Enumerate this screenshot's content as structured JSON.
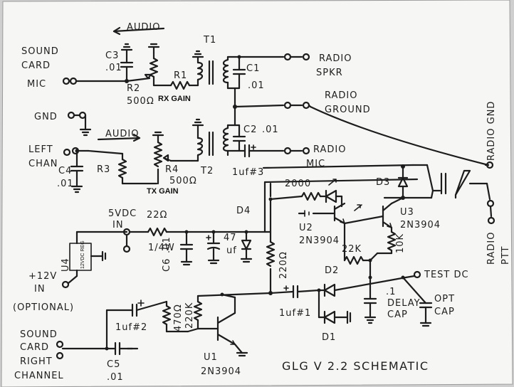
{
  "labels": {
    "audio_top": "AUDIO",
    "audio_mid": "AUDIO",
    "sound_card_1": "SOUND",
    "sound_card_2": "CARD",
    "mic": "MIC",
    "gnd": "GND",
    "left_chan_1": "LEFT",
    "left_chan_2": "CHAN",
    "radio_spkr_1": "RADIO",
    "radio_spkr_2": "SPKR",
    "radio_ground_1": "RADIO",
    "radio_ground_2": "GROUND",
    "radio_mic_1": "RADIO",
    "radio_mic_2": "MIC",
    "radio_gnd_vertical": "RADIO GND",
    "radio_ptt_1": "RADIO",
    "radio_ptt_2": "PTT",
    "vdc_in_1": "5VDC",
    "vdc_in_2": "IN",
    "v12_1": "+12V",
    "v12_2": "IN",
    "v12_3": "(OPTIONAL)",
    "sound_right_1": "SOUND",
    "sound_right_2": "CARD",
    "sound_right_3": "RIGHT",
    "sound_right_4": "CHANNEL",
    "test_dc": "TEST DC",
    "delay_cap_1": "DELAY",
    "delay_cap_2": "CAP",
    "opt_cap_1": "OPT",
    "opt_cap_2": "CAP",
    "schematic_title": "GLG V 2.2 SCHEMATIC",
    "rx_gain": "RX GAIN",
    "tx_gain": "TX GAIN"
  },
  "components": {
    "c3": "C3",
    "c3_val": ".01",
    "r2": "R2",
    "r2_val": "500Ω",
    "r1": "R1",
    "t1": "T1",
    "c1": "C1",
    "c1_val": ".01",
    "c2": "C2",
    "c2_val": ".01",
    "c2_ref": "1uf#3",
    "c4": "C4",
    "c4_val": ".01",
    "r3": "R3",
    "r4": "R4",
    "r4_val": "500Ω",
    "t2": "T2",
    "r_22": "22Ω",
    "r_22_w": "1/4W",
    "c6": "C6",
    "c6_val": ".01",
    "c47": "47",
    "c47_unit": "uf",
    "d4": "D4",
    "r_2000": "2000",
    "d3": "D3",
    "u2": "U2",
    "u2_type": "2N3904",
    "u3": "U3",
    "u3_type": "2N3904",
    "r_10k": "10K",
    "r_22k": "22K",
    "r_220": "220Ω",
    "reg": "12VDC REG",
    "u4": "U4",
    "d2": "D2",
    "d1": "D1",
    "cap_delay_val": ".1",
    "c1uf1": "1uf#1",
    "c1uf2": "1uf#2",
    "r_470": "470Ω",
    "r_220k": "220K",
    "u1": "U1",
    "u1_type": "2N3904",
    "c5": "C5",
    "c5_val": ".01"
  }
}
